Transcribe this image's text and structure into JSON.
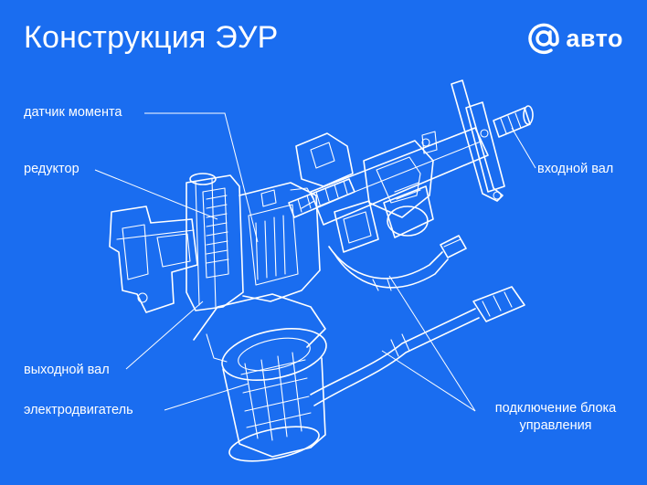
{
  "header": {
    "title": "Конструкция ЭУР",
    "brand_text": "авто",
    "brand_icon": "at-sign-icon"
  },
  "labels": {
    "torque_sensor": "датчик момента",
    "reducer": "редуктор",
    "input_shaft": "входной вал",
    "output_shaft": "выходной вал",
    "motor": "электродвигатель",
    "control_unit_line1": "подключение блока",
    "control_unit_line2": "управления"
  },
  "colors": {
    "background": "#1a6df0",
    "line": "#ffffff",
    "text": "#ffffff"
  }
}
